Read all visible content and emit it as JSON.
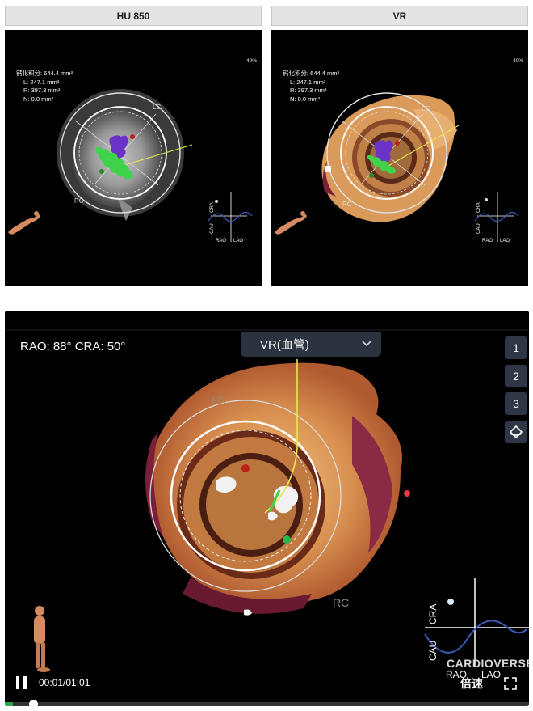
{
  "top_panels": [
    {
      "header": "HU 850",
      "calcium": {
        "total": "钙化积分: 644.4 mm³",
        "left": "L: 247.1 mm³",
        "right": "R: 397.3 mm³",
        "noncoronary": "N: 0.0 mm³"
      },
      "zoom": "40%",
      "labels": {
        "lc": "LC",
        "rc": "RC"
      },
      "orientation": {
        "cra": "CRA",
        "cau": "CAU",
        "rao": "RAO",
        "lao": "LAO"
      }
    },
    {
      "header": "VR",
      "calcium": {
        "total": "钙化积分: 644.4 mm³",
        "left": "L: 247.1 mm³",
        "right": "R: 397.3 mm³",
        "noncoronary": "N: 0.0 mm³"
      },
      "zoom": "40%",
      "labels": {
        "lc": "LC",
        "rc": "RC"
      },
      "orientation": {
        "cra": "CRA",
        "cau": "CAU",
        "rao": "RAO",
        "lao": "LAO"
      }
    }
  ],
  "player": {
    "angle_readout": "RAO: 88° CRA: 50°",
    "mode_select": {
      "value": "VR(血管)",
      "icon": "chevron-down-icon"
    },
    "side_buttons": [
      "1",
      "2",
      "3"
    ],
    "view_toggle_icon": "layers-icon",
    "labels": {
      "lc": "LC",
      "rc": "RC"
    },
    "orientation": {
      "cra": "CRA",
      "cau": "CAU",
      "rao": "RAO",
      "lao": "LAO"
    },
    "watermark": "CARDIOVERSE",
    "time": "00:01/01:01",
    "speed": "倍速",
    "progress": 0.016,
    "icons": {
      "pause": "pause-icon",
      "fullscreen": "fullscreen-icon",
      "body": "human-figure-icon"
    }
  },
  "colors": {
    "header_bg": "#e4e4e4",
    "calc_purple": "#6a32c8",
    "calc_green": "#3fd24a",
    "guide_yellow": "#e8e850",
    "marker_red": "#c0201a",
    "progress_green": "#2ea44f"
  }
}
